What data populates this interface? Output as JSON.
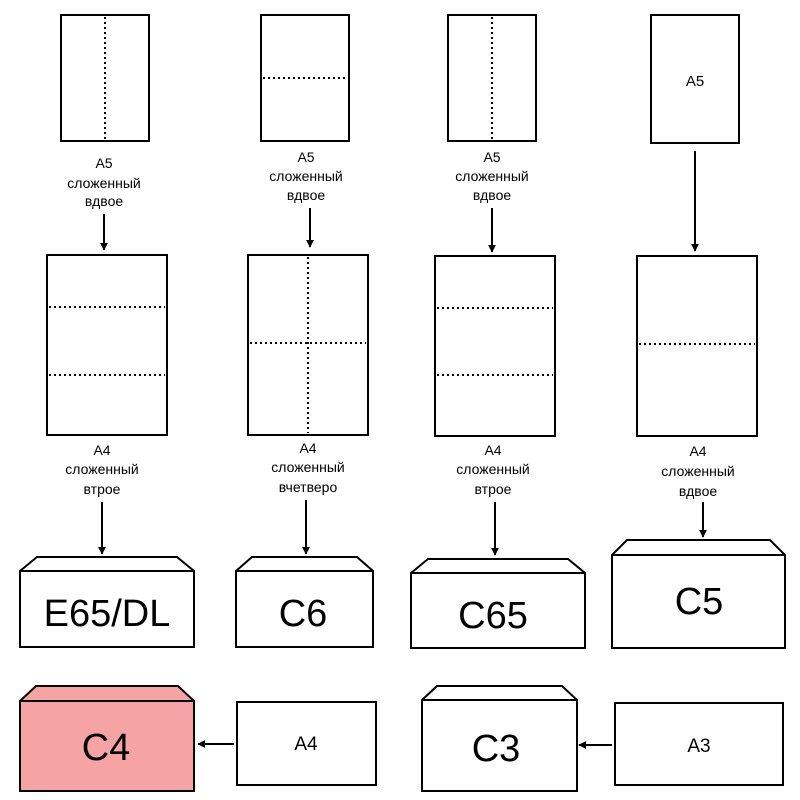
{
  "columns": [
    {
      "source_caption": [
        "A5",
        "сложенный",
        "вдвое"
      ],
      "sheet_caption": [
        "A4",
        "сложенный",
        "втрое"
      ],
      "envelope": "E65/DL"
    },
    {
      "source_caption": [
        "A5",
        "сложенный",
        "вдвое"
      ],
      "sheet_caption": [
        "A4",
        "сложенный",
        "вчетверо"
      ],
      "envelope": "C6"
    },
    {
      "source_caption": [
        "A5",
        "сложенный",
        "вдвое"
      ],
      "sheet_caption": [
        "A4",
        "сложенный",
        "втрое"
      ],
      "envelope": "C65"
    },
    {
      "source_label": "A5",
      "sheet_caption": [
        "A4",
        "сложенный",
        "вдвое"
      ],
      "envelope": "C5"
    }
  ],
  "bottom_row": [
    {
      "sheet_label": "A4",
      "envelope": "C4",
      "envelope_fill": "#f5a3a3"
    },
    {
      "sheet_label": "A3",
      "envelope": "C3",
      "envelope_fill": "#ffffff"
    }
  ],
  "colors": {
    "line": "#000000",
    "background": "#ffffff",
    "highlight": "#f5a3a3"
  }
}
